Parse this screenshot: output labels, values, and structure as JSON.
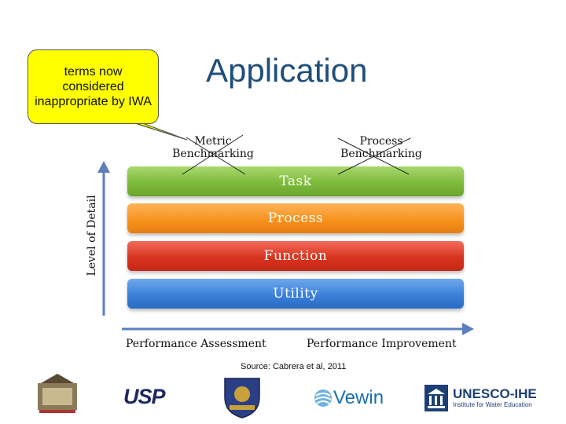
{
  "callout": {
    "text": "terms now considered inappropriate by IWA",
    "color": "#ffff00"
  },
  "title": "Application",
  "benchmarks": {
    "metric": {
      "line1": "Metric",
      "line2": "Benchmarking"
    },
    "process": {
      "line1": "Process",
      "line2": "Benchmarking"
    }
  },
  "layers": [
    {
      "label": "Task",
      "color": "#7dbb3c"
    },
    {
      "label": "Process",
      "color": "#f7931e"
    },
    {
      "label": "Function",
      "color": "#d8341f"
    },
    {
      "label": "Utility",
      "color": "#3b7fd9"
    }
  ],
  "axes": {
    "y_label": "Level of Detail",
    "x_left": "Performance Assessment",
    "x_right": "Performance Improvement",
    "arrow_color": "#5b7fbf"
  },
  "source": "Source: Cabrera et al, 2011",
  "logos": {
    "usp": "USP",
    "vewin": "Vewin",
    "unesco_name": "UNESCO-IHE",
    "unesco_sub1": "Institute for Water Education"
  }
}
